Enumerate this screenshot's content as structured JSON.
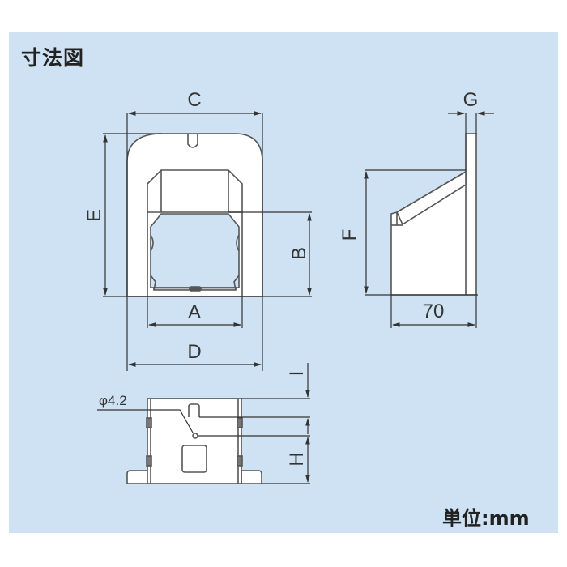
{
  "figure": {
    "title": "寸法図",
    "unit_label": "単位:mm",
    "background_color": "#cfe2f3",
    "line_color": "#444444",
    "part_fill": "#ffffff"
  },
  "front_view": {
    "dimensions": {
      "width_top": "C",
      "height_total": "E",
      "opening_height": "B",
      "opening_width": "A",
      "base_width": "D"
    }
  },
  "side_view": {
    "dimensions": {
      "thickness": "G",
      "height": "F",
      "depth": "70"
    }
  },
  "bottom_view": {
    "dimensions": {
      "hole_diameter": "φ4.2",
      "offset": "I",
      "height": "H"
    }
  }
}
